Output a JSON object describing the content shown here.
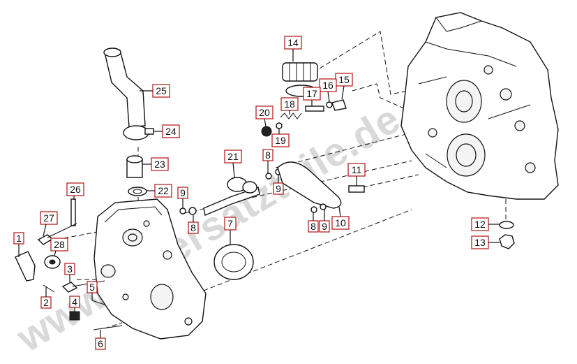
{
  "watermark": "www.tgbersatzteile.de",
  "callouts": [
    {
      "id": "c1",
      "label": "1"
    },
    {
      "id": "c2",
      "label": "2"
    },
    {
      "id": "c3",
      "label": "3"
    },
    {
      "id": "c4",
      "label": "4"
    },
    {
      "id": "c5",
      "label": "5"
    },
    {
      "id": "c6",
      "label": "6"
    },
    {
      "id": "c7",
      "label": "7"
    },
    {
      "id": "c8a",
      "label": "8"
    },
    {
      "id": "c8b",
      "label": "8"
    },
    {
      "id": "c8c",
      "label": "8"
    },
    {
      "id": "c9a",
      "label": "9"
    },
    {
      "id": "c9b",
      "label": "9"
    },
    {
      "id": "c9c",
      "label": "9"
    },
    {
      "id": "c10",
      "label": "10"
    },
    {
      "id": "c11",
      "label": "11"
    },
    {
      "id": "c12",
      "label": "12"
    },
    {
      "id": "c13",
      "label": "13"
    },
    {
      "id": "c14",
      "label": "14"
    },
    {
      "id": "c15",
      "label": "15"
    },
    {
      "id": "c16",
      "label": "16"
    },
    {
      "id": "c17",
      "label": "17"
    },
    {
      "id": "c18",
      "label": "18"
    },
    {
      "id": "c19",
      "label": "19"
    },
    {
      "id": "c20",
      "label": "20"
    },
    {
      "id": "c21",
      "label": "21"
    },
    {
      "id": "c22",
      "label": "22"
    },
    {
      "id": "c23",
      "label": "23"
    },
    {
      "id": "c24",
      "label": "24"
    },
    {
      "id": "c25",
      "label": "25"
    },
    {
      "id": "c26",
      "label": "26"
    },
    {
      "id": "c27",
      "label": "27"
    },
    {
      "id": "c28",
      "label": "28"
    }
  ]
}
